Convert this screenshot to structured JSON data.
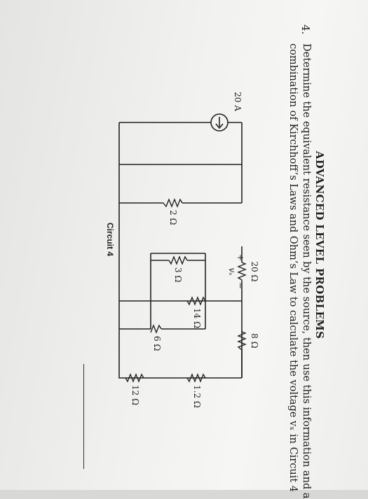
{
  "heading": "ADVANCED LEVEL PROBLEMS",
  "problem": {
    "number": "4.",
    "line1": "Determine the equivalent resistance seen by the source, then use this information and a",
    "line2": "combination of Kirchhoff’s Laws and Ohm’s Law to calculate the voltage vₓ in Circuit 4"
  },
  "circuit": {
    "source_label": "20 A",
    "r_20": "20 Ω",
    "vx_plus": "+",
    "vx_minus": "−",
    "vx": "vₓ",
    "r_2": "2 Ω",
    "r_14": "14 Ω",
    "r_3": "3 Ω",
    "r_8": "8 Ω",
    "r_6": "6 Ω",
    "r_1_2": "1.2 Ω",
    "r_12": "12 Ω",
    "caption": "Circuit 4"
  },
  "colors": {
    "ink": "#222222",
    "paper": "#f1f1ef"
  }
}
